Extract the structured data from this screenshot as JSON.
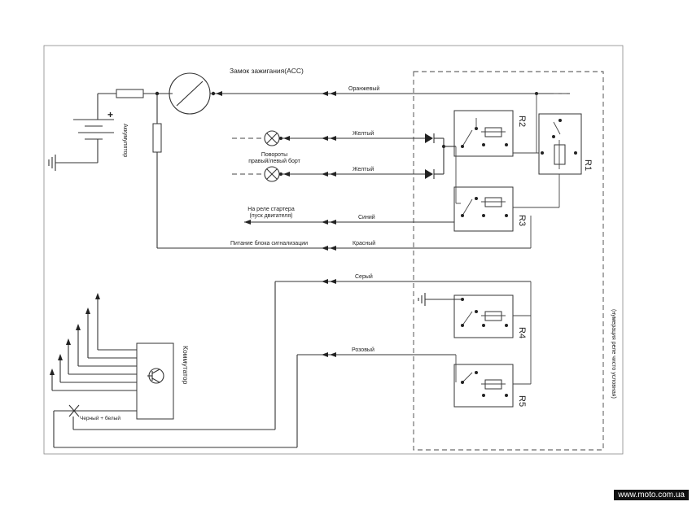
{
  "labels": {
    "ignition": "Замок зажигания(ACC)",
    "battery": "Аккумулятор",
    "turn_signals_line1": "Повороты",
    "turn_signals_line2": "правый/левый борт",
    "starter_line1": "На реле стартера",
    "starter_line2": "(пуск двигателя)",
    "alarm_power": "Питание блока сигнализации",
    "commutator": "Коммутатор",
    "black_white": "Черный + белый",
    "relay_note": "(нумерация реле чисто условная)"
  },
  "wires": {
    "orange": "Оранжевый",
    "yellow1": "Желтый",
    "yellow2": "Желтый",
    "blue": "Синий",
    "red": "Красный",
    "gray": "Серый",
    "pink": "Розовый"
  },
  "relays": [
    "R1",
    "R2",
    "R3",
    "R4",
    "R5"
  ],
  "battery_plus": "+",
  "watermark": "www.moto.com.ua"
}
